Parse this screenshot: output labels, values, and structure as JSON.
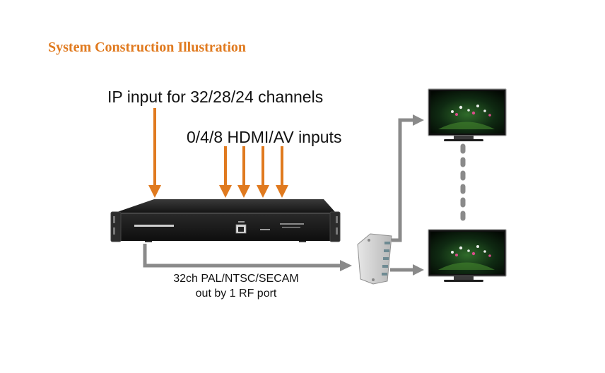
{
  "header": {
    "title": "System Construction Illustration"
  },
  "labels": {
    "ip_input": "IP input for 32/28/24 channels",
    "hdmi_input": "0/4/8 HDMI/AV inputs",
    "rf_output_line1": "32ch PAL/NTSC/SECAM",
    "rf_output_line2": "out by 1 RF port"
  },
  "colors": {
    "accent": "#e07a1f",
    "connector": "#8a8a8a",
    "device_body": "#1b1b1b"
  }
}
